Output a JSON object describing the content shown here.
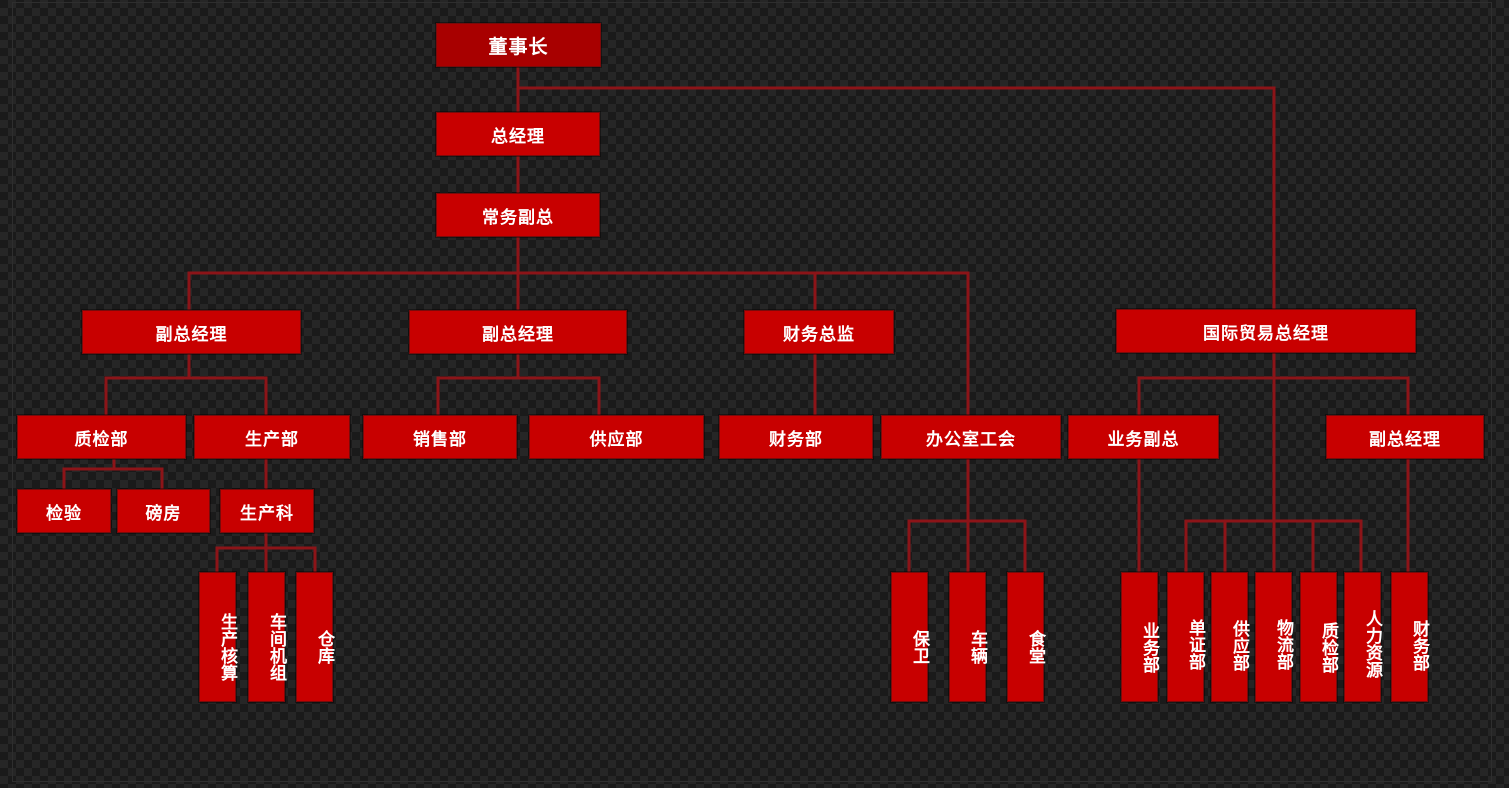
{
  "chairman": "董事长",
  "general_manager": "总经理",
  "executive_vp": "常务副总",
  "deputy_gm_1": {
    "title": "副总经理",
    "quality_dept": "质检部",
    "production_dept": "生产部",
    "inspection": "检验",
    "weighhouse": "磅房",
    "production_section": "生产科",
    "production_accounting": "生产核算",
    "workshop_units": "车间机组",
    "warehouse": "仓库"
  },
  "deputy_gm_2": {
    "title": "副总经理",
    "sales_dept": "销售部",
    "supply_dept": "供应部"
  },
  "cfo": {
    "title": "财务总监",
    "finance_dept": "财务部"
  },
  "office_union": {
    "title": "办公室工会",
    "security": "保卫",
    "vehicles": "车辆",
    "canteen": "食堂"
  },
  "intl_trade_gm": {
    "title": "国际贸易总经理",
    "business_vp": "业务副总",
    "deputy_gm": "副总经理",
    "business_dept": "业务部",
    "documents_dept": "单证部",
    "supply_dept": "供应部",
    "logistics_dept": "物流部",
    "quality_dept": "质检部",
    "hr": "人力资源",
    "finance_dept": "财务部"
  }
}
